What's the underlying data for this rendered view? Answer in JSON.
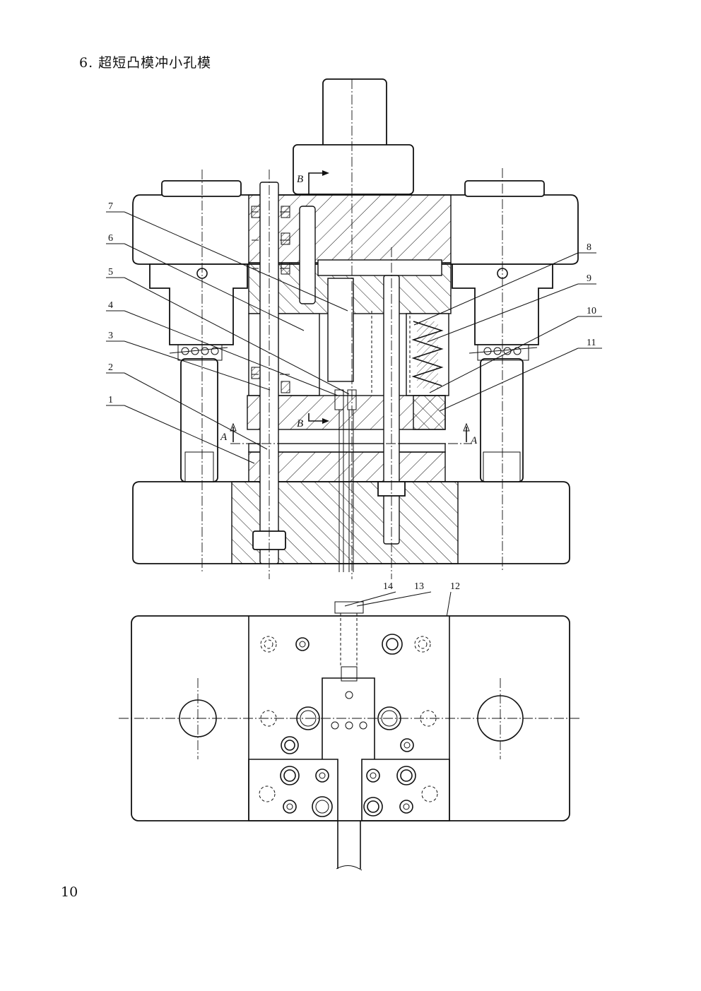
{
  "page": {
    "heading": "6. 超短凸模冲小孔模",
    "page_number": "10"
  },
  "drawing": {
    "part_numbers": [
      "1",
      "2",
      "3",
      "4",
      "5",
      "6",
      "7",
      "8",
      "9",
      "10",
      "11",
      "12",
      "13",
      "14"
    ],
    "section_letters": {
      "a_left": "A",
      "a_right": "A",
      "b_top": "B",
      "b_bottom": "B"
    }
  }
}
